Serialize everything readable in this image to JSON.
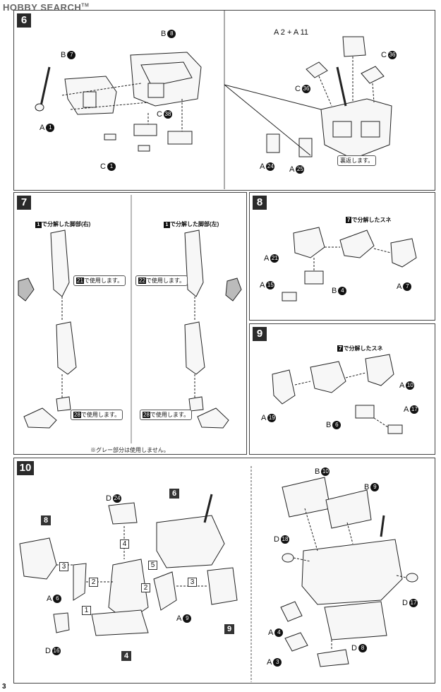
{
  "header": {
    "logo_text": "HOBBY SEARCH",
    "trademark": "TM"
  },
  "page_number": "3",
  "steps": {
    "s6": {
      "num": "6",
      "left_labels": [
        {
          "letter": "B",
          "num": "7"
        },
        {
          "letter": "B",
          "num": "8"
        },
        {
          "letter": "A",
          "num": "1"
        },
        {
          "letter": "C",
          "num": "38"
        },
        {
          "letter": "C",
          "num": "1"
        }
      ],
      "right_labels": [
        {
          "text": "A 2 + A 11"
        },
        {
          "letter": "C",
          "num": "36"
        },
        {
          "letter": "C",
          "num": "36"
        },
        {
          "letter": "A",
          "num": "24"
        },
        {
          "letter": "A",
          "num": "25"
        }
      ],
      "note_flip": "裏返します。"
    },
    "s7": {
      "num": "7",
      "left_title": "で分解した脚部(右)",
      "right_title": "で分解した脚部(左)",
      "title_ref": "1",
      "left_use_21": "で使用します。",
      "right_use_22": "で使用します。",
      "left_use_28": "で使用します。",
      "right_use_28": "で使用します。",
      "ref_21": "21",
      "ref_22": "22",
      "ref_28": "28",
      "note": "※グレー部分は使用しません。"
    },
    "s8": {
      "num": "8",
      "title": "で分解したスネ",
      "title_ref": "7",
      "labels": [
        {
          "letter": "A",
          "num": "21"
        },
        {
          "letter": "A",
          "num": "15"
        },
        {
          "letter": "B",
          "num": "4"
        },
        {
          "letter": "A",
          "num": "7"
        }
      ]
    },
    "s9": {
      "num": "9",
      "title": "で分解したスネ",
      "title_ref": "7",
      "labels": [
        {
          "letter": "A",
          "num": "10"
        },
        {
          "letter": "A",
          "num": "19"
        },
        {
          "letter": "B",
          "num": "6"
        },
        {
          "letter": "A",
          "num": "17"
        }
      ]
    },
    "s10": {
      "num": "10",
      "left_labels": [
        {
          "letter": "D",
          "num": "24"
        },
        {
          "letter": "A",
          "num": "6"
        },
        {
          "letter": "D",
          "num": "16"
        },
        {
          "letter": "A",
          "num": "9"
        }
      ],
      "sub_steps": [
        "8",
        "6",
        "9",
        "4"
      ],
      "arrow_nums": [
        "3",
        "2",
        "1",
        "4",
        "5",
        "2",
        "3"
      ],
      "right_labels": [
        {
          "letter": "B",
          "num": "10"
        },
        {
          "letter": "B",
          "num": "9"
        },
        {
          "letter": "D",
          "num": "18"
        },
        {
          "letter": "D",
          "num": "17"
        },
        {
          "letter": "A",
          "num": "4"
        },
        {
          "letter": "A",
          "num": "3"
        },
        {
          "letter": "D",
          "num": "8"
        }
      ]
    }
  }
}
